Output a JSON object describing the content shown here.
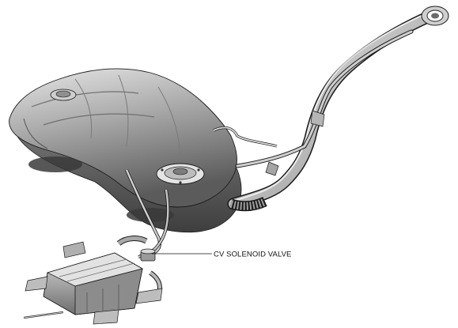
{
  "diagram": {
    "callouts": [
      {
        "id": "cv-solenoid-valve",
        "label": "CV SOLENOID VALVE"
      }
    ],
    "colors": {
      "background": "#ffffff",
      "metal_light": "#d6d6d6",
      "metal_mid": "#9a9a9a",
      "metal_dark": "#4a4a4a",
      "outline": "#1a1a1a",
      "leader": "#111111"
    },
    "parts": [
      "fuel-tank",
      "filler-neck",
      "filler-cap-ring",
      "fuel-pump-flange",
      "charcoal-canister",
      "cv-solenoid-valve",
      "evap-hose",
      "vent-tube"
    ]
  }
}
